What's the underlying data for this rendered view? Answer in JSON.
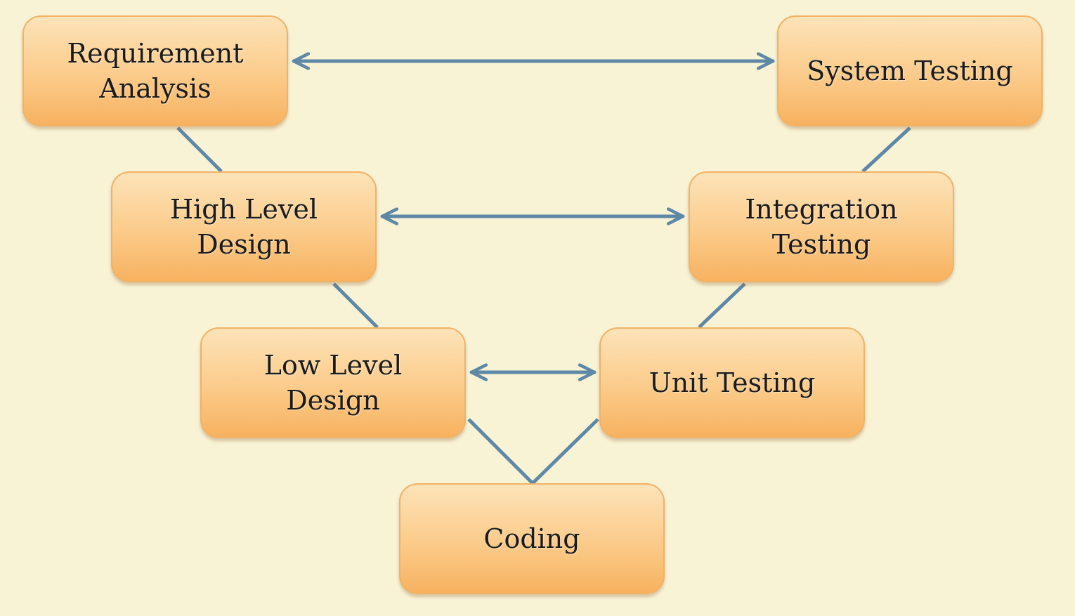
{
  "diagram": {
    "type": "v-model",
    "colors": {
      "background": "#f9f3d6",
      "box_fill_top": "#fde3b8",
      "box_fill_bottom": "#f7b260",
      "box_border": "#f1b266",
      "connector": "#5f88a6"
    },
    "nodes": {
      "requirement_analysis": {
        "label": "Requirement\nAnalysis"
      },
      "system_testing": {
        "label": "System Testing"
      },
      "high_level_design": {
        "label": "High Level\nDesign"
      },
      "integration_testing": {
        "label": "Integration\nTesting"
      },
      "low_level_design": {
        "label": "Low Level\nDesign"
      },
      "unit_testing": {
        "label": "Unit Testing"
      },
      "coding": {
        "label": "Coding"
      }
    },
    "edges": [
      {
        "from": "requirement_analysis",
        "to": "system_testing",
        "kind": "double-arrow"
      },
      {
        "from": "high_level_design",
        "to": "integration_testing",
        "kind": "double-arrow"
      },
      {
        "from": "low_level_design",
        "to": "unit_testing",
        "kind": "double-arrow"
      },
      {
        "from": "requirement_analysis",
        "to": "high_level_design",
        "kind": "line"
      },
      {
        "from": "high_level_design",
        "to": "low_level_design",
        "kind": "line"
      },
      {
        "from": "low_level_design",
        "to": "coding",
        "kind": "line"
      },
      {
        "from": "coding",
        "to": "unit_testing",
        "kind": "line"
      },
      {
        "from": "unit_testing",
        "to": "integration_testing",
        "kind": "line"
      },
      {
        "from": "integration_testing",
        "to": "system_testing",
        "kind": "line"
      }
    ]
  }
}
